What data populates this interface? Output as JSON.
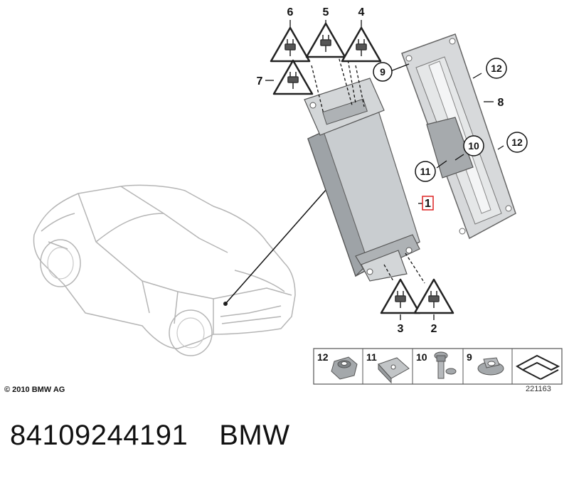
{
  "diagram": {
    "callouts_top": [
      {
        "label": "6",
        "id": "6"
      },
      {
        "label": "5",
        "id": "5"
      },
      {
        "label": "4",
        "id": "4"
      },
      {
        "label": "7",
        "id": "7"
      }
    ],
    "callouts_bottom": [
      {
        "label": "3",
        "id": "3"
      },
      {
        "label": "2",
        "id": "2"
      }
    ],
    "part_module_label": "1",
    "bracket_label": "8",
    "circled_labels": [
      "9",
      "12",
      "10",
      "11",
      "12"
    ],
    "parts_legend": [
      "12",
      "11",
      "10",
      "9"
    ],
    "diagram_number": "221163",
    "copyright": "© 2010 BMW AG"
  },
  "footer": {
    "part_number": "84109244191",
    "brand": "BMW"
  }
}
